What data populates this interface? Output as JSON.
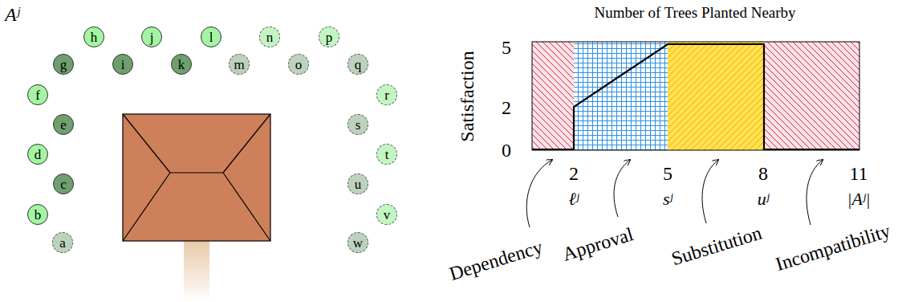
{
  "diagram": {
    "nodes": [
      {
        "text": [
          "Aʲ"
        ]
      },
      {
        "text": [
          "a"
        ]
      },
      {
        "text": [
          "b"
        ],
        "in": 0
      },
      {
        "text": [
          "c"
        ],
        "in": 0
      },
      {
        "text": [
          "d"
        ],
        "in": 0
      },
      {
        "text": [
          "e"
        ],
        "in": 0
      },
      {
        "text": [
          "f"
        ],
        "in": 0
      },
      {
        "text": [
          "g"
        ],
        "in": 0
      },
      {
        "text": [
          "h"
        ],
        "in": 0
      },
      {
        "text": [
          "i"
        ],
        "in": 0
      },
      {
        "text": [
          "j"
        ],
        "in": 0
      },
      {
        "text": [
          "k"
        ],
        "in": 0
      },
      {
        "text": [
          "l"
        ],
        "in": 0
      },
      {
        "text": [
          "m"
        ]
      },
      {
        "text": [
          "n"
        ]
      },
      {
        "text": [
          "o"
        ]
      },
      {
        "text": [
          "p"
        ]
      },
      {
        "text": [
          "q"
        ]
      },
      {
        "text": [
          "r"
        ]
      },
      {
        "text": [
          "s"
        ]
      },
      {
        "text": [
          "t"
        ]
      },
      {
        "text": [
          "u"
        ]
      },
      {
        "text": [
          "v"
        ]
      },
      {
        "text": [
          "w"
        ]
      }
    ],
    "labels": [
      "Number of Trees Planted Nearby",
      "Satisfaction",
      "5",
      "2",
      "0",
      "2",
      "5",
      "8",
      "11",
      "ℓʲ",
      "sʲ",
      "uʲ",
      "|Aʲ|",
      "Dependency",
      "Approval",
      "Substitution",
      "Incompatibility"
    ]
  }
}
